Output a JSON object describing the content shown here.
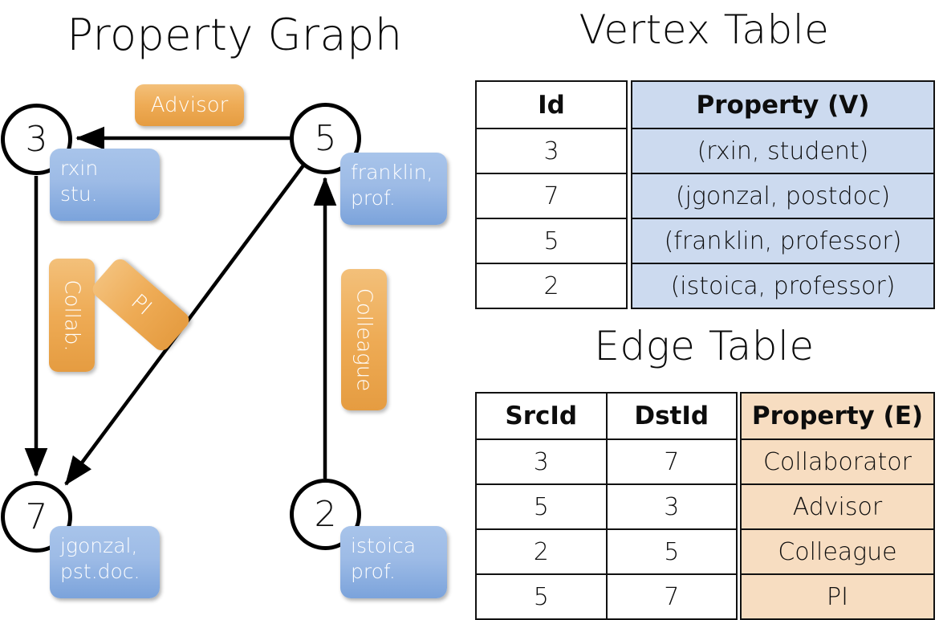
{
  "titles": {
    "property_graph": "Property Graph",
    "vertex_table": "Vertex Table",
    "edge_table": "Edge Table"
  },
  "colors": {
    "vertex_property_fill": "#ccdaef",
    "edge_property_fill": "#f7ddc1",
    "node_bubble_blue": "#9dbbe6",
    "edge_label_orange": "#eeab55",
    "table_border": "#111111",
    "background": "#ffffff"
  },
  "graph": {
    "nodes": [
      {
        "id": "3",
        "property_line1": "rxin",
        "property_line2": "stu."
      },
      {
        "id": "5",
        "property_line1": "franklin,",
        "property_line2": "prof."
      },
      {
        "id": "7",
        "property_line1": "jgonzal,",
        "property_line2": "pst.doc."
      },
      {
        "id": "2",
        "property_line1": "istoica",
        "property_line2": "prof."
      }
    ],
    "edge_labels": [
      {
        "text": "Advisor",
        "orientation": "horizontal"
      },
      {
        "text": "Collab.",
        "orientation": "vertical-cw"
      },
      {
        "text": "PI",
        "orientation": "diagonal"
      },
      {
        "text": "Colleague",
        "orientation": "vertical-cw"
      }
    ],
    "edges": [
      {
        "src": "5",
        "dst": "3",
        "label": "Advisor"
      },
      {
        "src": "3",
        "dst": "7",
        "label": "Collab."
      },
      {
        "src": "5",
        "dst": "7",
        "label": "PI"
      },
      {
        "src": "2",
        "dst": "5",
        "label": "Colleague"
      }
    ]
  },
  "vertex_table": {
    "columns": [
      "Id",
      "Property (V)"
    ],
    "rows": [
      {
        "id": "3",
        "property": "(rxin, student)"
      },
      {
        "id": "7",
        "property": "(jgonzal, postdoc)"
      },
      {
        "id": "5",
        "property": "(franklin, professor)"
      },
      {
        "id": "2",
        "property": "(istoica, professor)"
      }
    ]
  },
  "edge_table": {
    "columns": [
      "SrcId",
      "DstId",
      "Property (E)"
    ],
    "rows": [
      {
        "src": "3",
        "dst": "7",
        "property": "Collaborator"
      },
      {
        "src": "5",
        "dst": "3",
        "property": "Advisor"
      },
      {
        "src": "2",
        "dst": "5",
        "property": "Colleague"
      },
      {
        "src": "5",
        "dst": "7",
        "property": "PI"
      }
    ]
  }
}
